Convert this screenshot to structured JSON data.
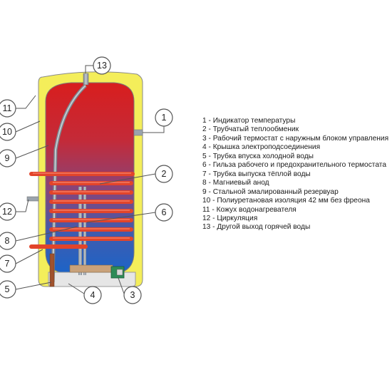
{
  "diagram": {
    "callouts": {
      "c1": "1",
      "c2": "2",
      "c3": "3",
      "c4": "4",
      "c5": "5",
      "c6": "6",
      "c7": "7",
      "c8": "8",
      "c9": "9",
      "c10": "10",
      "c11": "11",
      "c12": "12",
      "c13": "13"
    },
    "legend": [
      "1 - Индикатор температуры",
      "2 - Трубчатый теплообменик",
      "3 - Рабочий термостат с наружным блоком управления",
      "4 - Крышка электроподсоединения",
      "5 - Трубка впуска холодной воды",
      "6 - Гильза рабочего и предохранительного термостата",
      "7 - Трубка выпуска тёплой воды",
      "8 - Магниевый анод",
      "9 - Стальной эмалированный резервуар",
      "10 - Полиуретановая изоляция 42 мм без фреона",
      "11 - Кожух водонагревателя",
      "12 - Циркуляция",
      "13 - Другой выход горячей воды"
    ],
    "colors": {
      "casing": "#f4ee5a",
      "tank_top": "#d62020",
      "tank_bottom": "#1c64c8",
      "coil": "#e2442a",
      "pipes": "#9aa3ad",
      "outline": "#6e6e6e"
    }
  }
}
